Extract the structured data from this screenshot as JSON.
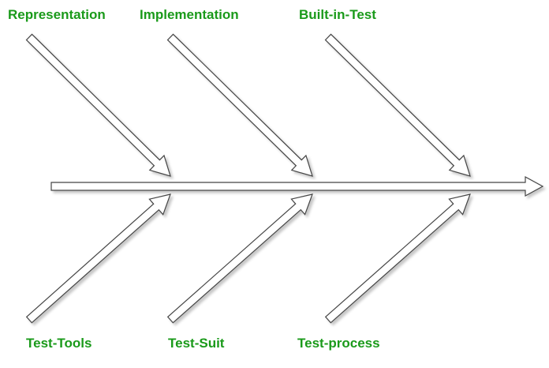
{
  "colors": {
    "label": "#1a9a1a",
    "arrow_stroke": "#444444",
    "arrow_fill": "#ffffff",
    "shadow": "#cfcfcf"
  },
  "diagram": {
    "type": "fishbone",
    "spine": {
      "icon": "arrow-right"
    },
    "top_causes": [
      {
        "label": "Representation",
        "icon": "arrow-down-right"
      },
      {
        "label": "Implementation",
        "icon": "arrow-down-right"
      },
      {
        "label": "Built-in-Test",
        "icon": "arrow-down-right"
      }
    ],
    "bottom_causes": [
      {
        "label": "Test-Tools",
        "icon": "arrow-up-right"
      },
      {
        "label": "Test-Suit",
        "icon": "arrow-up-right"
      },
      {
        "label": "Test-process",
        "icon": "arrow-up-right"
      }
    ]
  }
}
